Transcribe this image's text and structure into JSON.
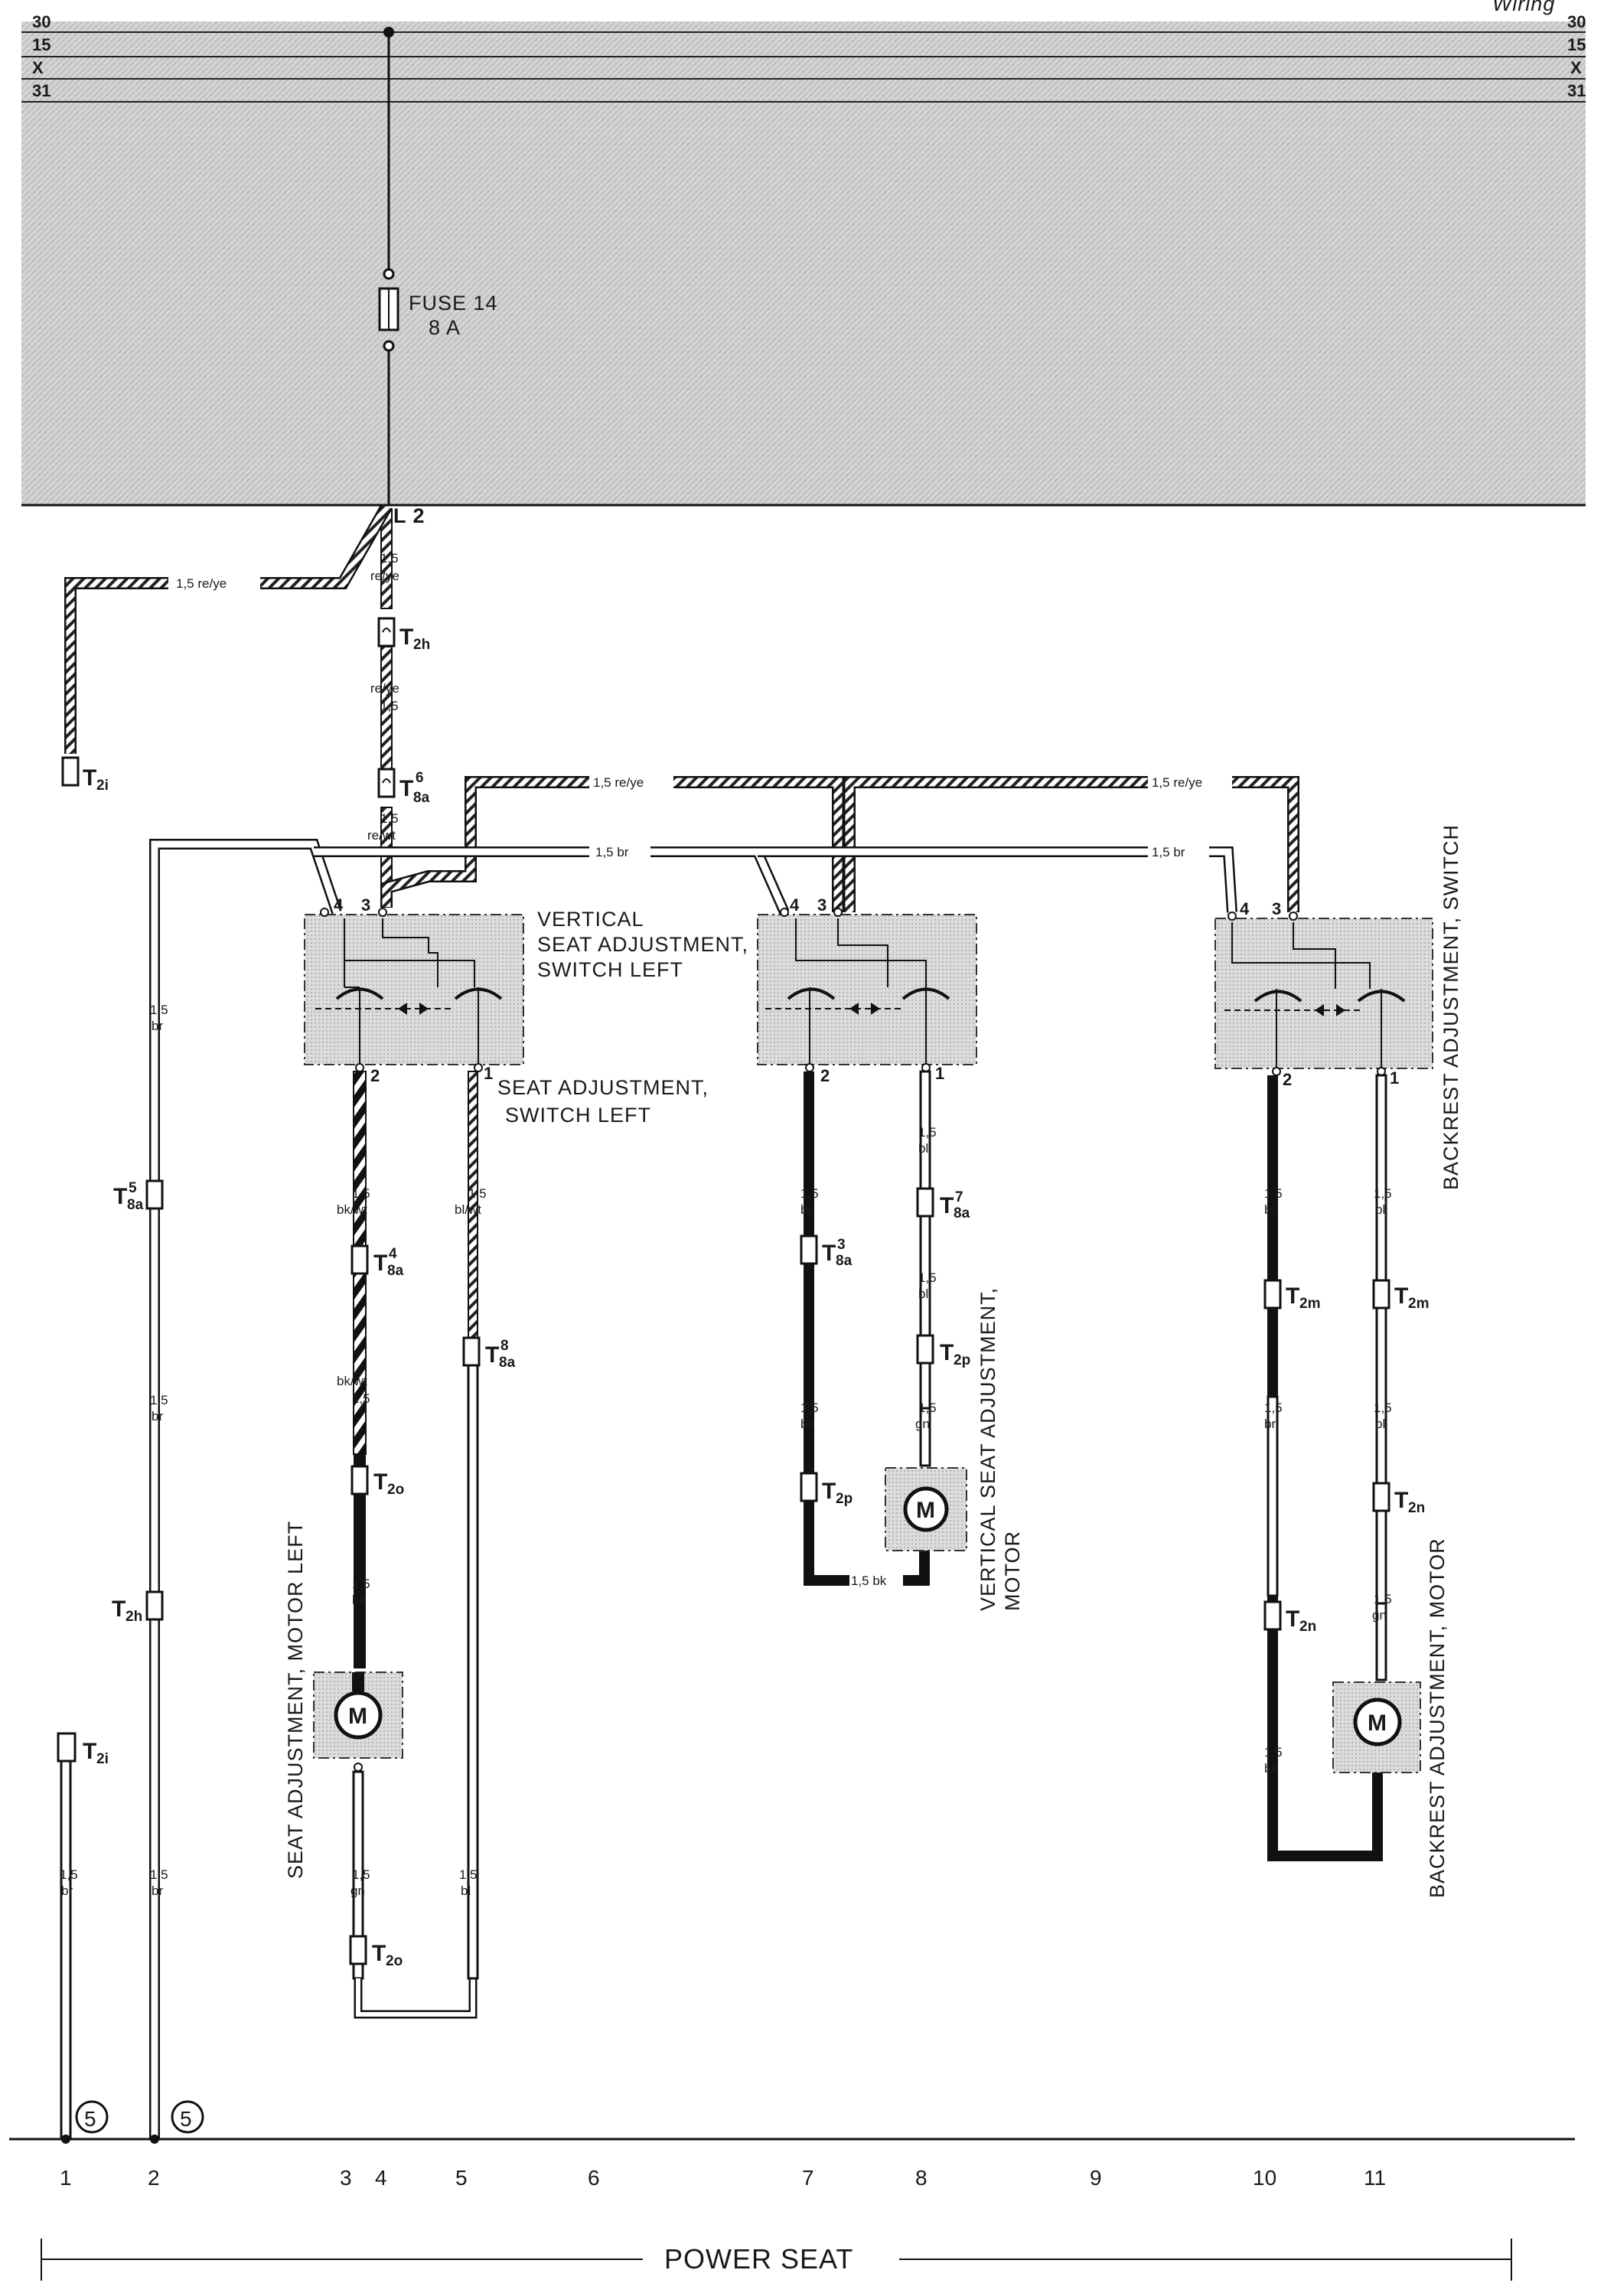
{
  "header": {
    "title_left": "",
    "title_right": "Wiring",
    "bus_lines": [
      "30",
      "15",
      "X",
      "31"
    ]
  },
  "fuse": {
    "label": "FUSE 14",
    "rating": "8 A"
  },
  "terminal_L2": "L 2",
  "wire_labels": {
    "w_reye_left": "1,5 re/ye",
    "w_main_size1": "1,5",
    "w_main_color1": "re/ye",
    "w_main_color2": "re/ye",
    "w_main_size2": "1,5",
    "w_main_size3": "1,5",
    "w_main_color3": "re/wt",
    "w_top_reye_1": "1,5 re/ye",
    "w_top_reye_2": "1,5 re/ye",
    "w_br_1": "1,5 br",
    "w_br_2": "1,5 br",
    "c2_size_a": "1,5",
    "c2_color_a": "br",
    "c2_size_b": "1,5",
    "c2_color_b": "br",
    "c2_size_c": "1,5",
    "c2_color_c": "br",
    "c1_size": "1,5",
    "c1_color": "br",
    "c3_size_a": "1,5",
    "c3_color_a": "bk/wt",
    "c3_color_b": "bk/wt",
    "c3_size_b": "1,5",
    "c3_size_c": "1,5",
    "c3_color_c": "bk",
    "c3_size_d": "1,5",
    "c3_color_d": "gn",
    "c5_size_a": "1,5",
    "c5_color_a": "bl/wt",
    "c5_size_b": "1,5",
    "c5_color_b": "bl",
    "c7_size_a": "1,5",
    "c7_color_a": "bk",
    "c7_size_b": "1,5",
    "c7_color_b": "bk",
    "c7_bottom": "1,5 bk",
    "c8_size_a": "1,5",
    "c8_color_a": "bl",
    "c8_size_b": "1,5",
    "c8_color_b": "bl",
    "c8_size_c": "1,5",
    "c8_color_c": "gn",
    "c10_size_a": "1,5",
    "c10_color_a": "bk",
    "c10_size_b": "1,5",
    "c10_color_b": "br",
    "c10_size_c": "1,5",
    "c10_color_c": "bk",
    "c11_size_a": "1,5",
    "c11_color_a": "bl",
    "c11_size_b": "1,5",
    "c11_color_b": "bl",
    "c11_size_c": "1,5",
    "c11_color_c": "gn"
  },
  "connectors": {
    "T2h_top": {
      "main": "T",
      "sub": "2h",
      "sup": ""
    },
    "T8a6": {
      "main": "T",
      "sub": "8a",
      "sup": "6"
    },
    "T2i_top": {
      "main": "T",
      "sub": "2i",
      "sup": ""
    },
    "T8a5": {
      "main": "T",
      "sub": "8a",
      "sup": "5"
    },
    "T2h_low": {
      "main": "T",
      "sub": "2h",
      "sup": ""
    },
    "T2i_low": {
      "main": "T",
      "sub": "2i",
      "sup": ""
    },
    "T8a4": {
      "main": "T",
      "sub": "8a",
      "sup": "4"
    },
    "T8a8": {
      "main": "T",
      "sub": "8a",
      "sup": "8"
    },
    "T2o_top": {
      "main": "T",
      "sub": "2o",
      "sup": ""
    },
    "T2o_low": {
      "main": "T",
      "sub": "2o",
      "sup": ""
    },
    "T8a3": {
      "main": "T",
      "sub": "8a",
      "sup": "3"
    },
    "T8a7": {
      "main": "T",
      "sub": "8a",
      "sup": "7"
    },
    "T2p_right": {
      "main": "T",
      "sub": "2p",
      "sup": ""
    },
    "T2p_left": {
      "main": "T",
      "sub": "2p",
      "sup": ""
    },
    "T2m_left": {
      "main": "T",
      "sub": "2m",
      "sup": ""
    },
    "T2m_right": {
      "main": "T",
      "sub": "2m",
      "sup": ""
    },
    "T2n_right": {
      "main": "T",
      "sub": "2n",
      "sup": ""
    },
    "T2n_left": {
      "main": "T",
      "sub": "2n",
      "sup": ""
    }
  },
  "components": {
    "switch1_l1": "VERTICAL",
    "switch1_l2": "SEAT ADJUSTMENT,",
    "switch1_l3": "SWITCH    LEFT",
    "switch2_l1": "SEAT ADJUSTMENT,",
    "switch2_l2": "SWITCH    LEFT",
    "backrest_switch": "BACKREST ADJUSTMENT, SWITCH",
    "seat_motor": "SEAT ADJUSTMENT, MOTOR LEFT",
    "vert_motor_l1": "VERTICAL  SEAT ADJUSTMENT,",
    "vert_motor_l2": "MOTOR",
    "backrest_motor": "BACKREST ADJUSTMENT, MOTOR",
    "motor_symbol": "M"
  },
  "pins": {
    "s1_p4": "4",
    "s1_p3": "3",
    "s1_p2": "2",
    "s1_p1": "1",
    "s2_p4": "4",
    "s2_p3": "3",
    "s2_p2": "2",
    "s2_p1": "1",
    "s3_p4": "4",
    "s3_p3": "3",
    "s3_p2": "2",
    "s3_p1": "1"
  },
  "ground_marks": [
    "5",
    "5"
  ],
  "columns": [
    "1",
    "2",
    "3",
    "4",
    "5",
    "6",
    "7",
    "8",
    "9",
    "10",
    "11"
  ],
  "footer": {
    "section_title": "POWER SEAT"
  },
  "colors": {
    "panel_fill": "#cfcfcf",
    "ink": "#1a1a1a"
  }
}
